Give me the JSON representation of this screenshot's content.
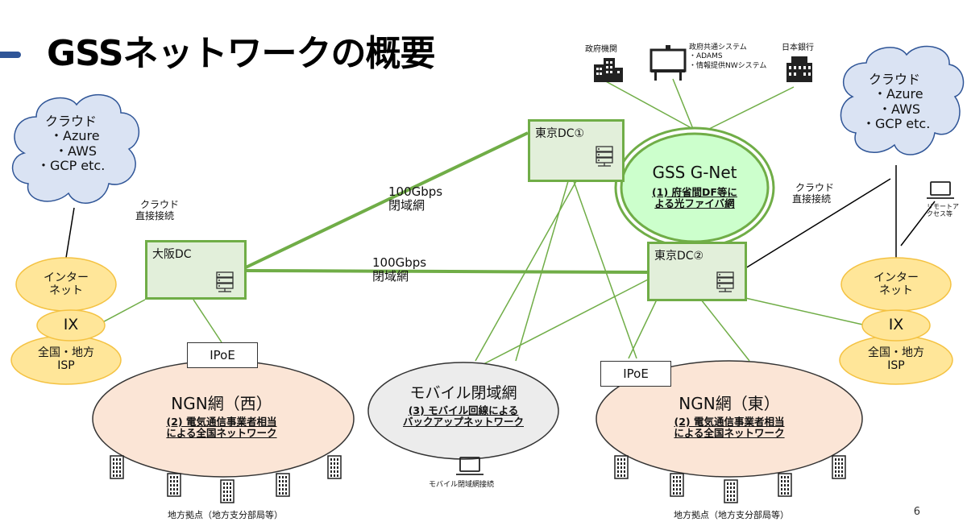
{
  "title": "GSSネットワークの概要",
  "page_number": "6",
  "top_entities": {
    "gov_agencies": "政府機関",
    "gov_common_system": [
      "政府共通システム",
      "・ADAMS",
      "・情報提供NWシステム"
    ],
    "boj": "日本銀行"
  },
  "cloud_left": {
    "title": "クラウド",
    "items": [
      "・Azure",
      "・AWS",
      "・GCP etc."
    ]
  },
  "cloud_right": {
    "title": "クラウド",
    "items": [
      "・Azure",
      "・AWS",
      "・GCP etc."
    ]
  },
  "cloud_direct_left": [
    "クラウド",
    "直接接続"
  ],
  "cloud_direct_right": [
    "クラウド",
    "直接接続"
  ],
  "remote_access": [
    "リモートア",
    "クセス等"
  ],
  "internet_left": [
    "インター",
    "ネット"
  ],
  "internet_right": [
    "インター",
    "ネット"
  ],
  "ix_left": "IX",
  "ix_right": "IX",
  "isp_left": [
    "全国・地方",
    "ISP"
  ],
  "isp_right": [
    "全国・地方",
    "ISP"
  ],
  "osaka_dc": "大阪DC",
  "tokyo_dc1": "東京DC①",
  "tokyo_dc2": "東京DC②",
  "link_upper": [
    "100Gbps",
    "閉域網"
  ],
  "link_lower": [
    "100Gbps",
    "閉域網"
  ],
  "gnet": {
    "title": "GSS G-Net",
    "sub1": "(1) 府省間DF等に",
    "sub2": "よる光ファイバ網"
  },
  "ipoe_left": "IPoE",
  "ipoe_right": "IPoE",
  "ngn_west": {
    "title": "NGN網（西）",
    "sub1": "(2) 電気通信事業者相当",
    "sub2": "による全国ネットワーク"
  },
  "ngn_east": {
    "title": "NGN網（東）",
    "sub1": "(2) 電気通信事業者相当",
    "sub2": "による全国ネットワーク"
  },
  "mobile": {
    "title": "モバイル閉域網",
    "sub1": "(3) モバイル回線による",
    "sub2": "バックアップネットワーク"
  },
  "mobile_connection": "モバイル閉域網接続",
  "local_sites_left": "地方拠点（地方支分部局等）",
  "local_sites_right": "地方拠点（地方支分部局等）",
  "colors": {
    "link_green": "#70ad47",
    "dc_fill": "#e2efda",
    "gnet_fill": "#ccffcc",
    "cloud_fill": "#dae3f3",
    "internet_fill": "#ffe699",
    "ngn_fill": "#fbe5d6",
    "mobile_fill": "#ececec",
    "accent_blue": "#2f5597"
  }
}
